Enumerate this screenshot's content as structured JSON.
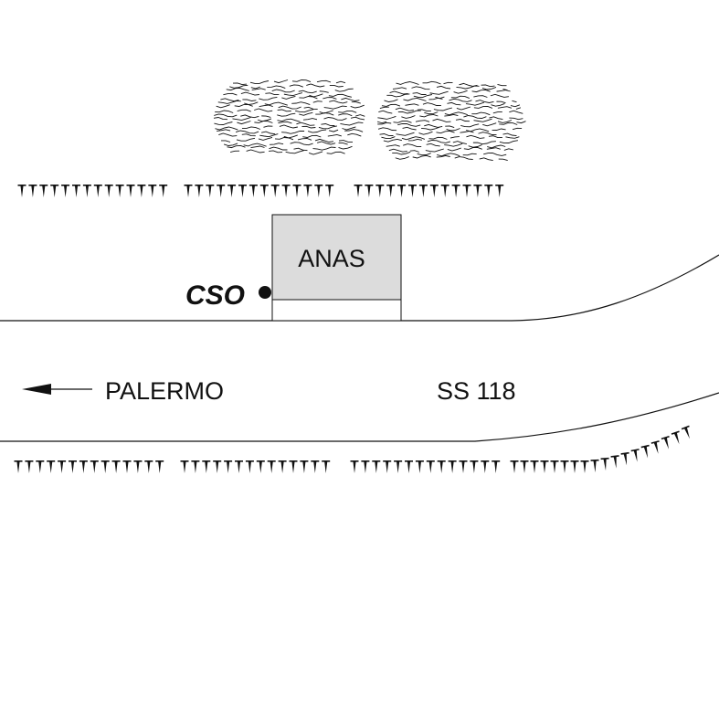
{
  "labels": {
    "station_code": "CSO",
    "building": "ANAS",
    "direction": "PALERMO",
    "road": "SS 118"
  },
  "colors": {
    "background": "#ffffff",
    "ink": "#111111",
    "building_fill": "#dcdcdc"
  },
  "icons": {
    "station_marker": "filled-dot",
    "direction_arrow": "arrow-left",
    "vegetation": "scribble-texture",
    "slope": "embankment-hachures"
  }
}
